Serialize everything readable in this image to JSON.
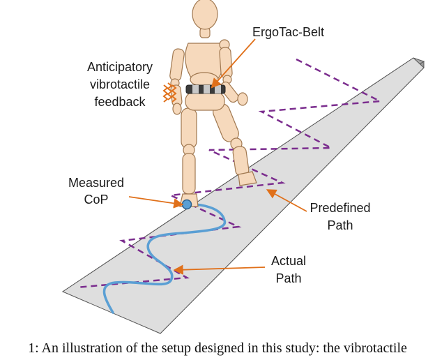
{
  "labels": {
    "belt": "ErgoTac-Belt",
    "feedback": [
      "Anticipatory",
      "vibrotactile",
      "feedback"
    ],
    "cop": [
      "Measured",
      "CoP"
    ],
    "predefined": [
      "Predefined",
      "Path"
    ],
    "actual": [
      "Actual",
      "Path"
    ]
  },
  "caption": "1: An illustration of the setup designed in this study: the vibrotactile"
}
